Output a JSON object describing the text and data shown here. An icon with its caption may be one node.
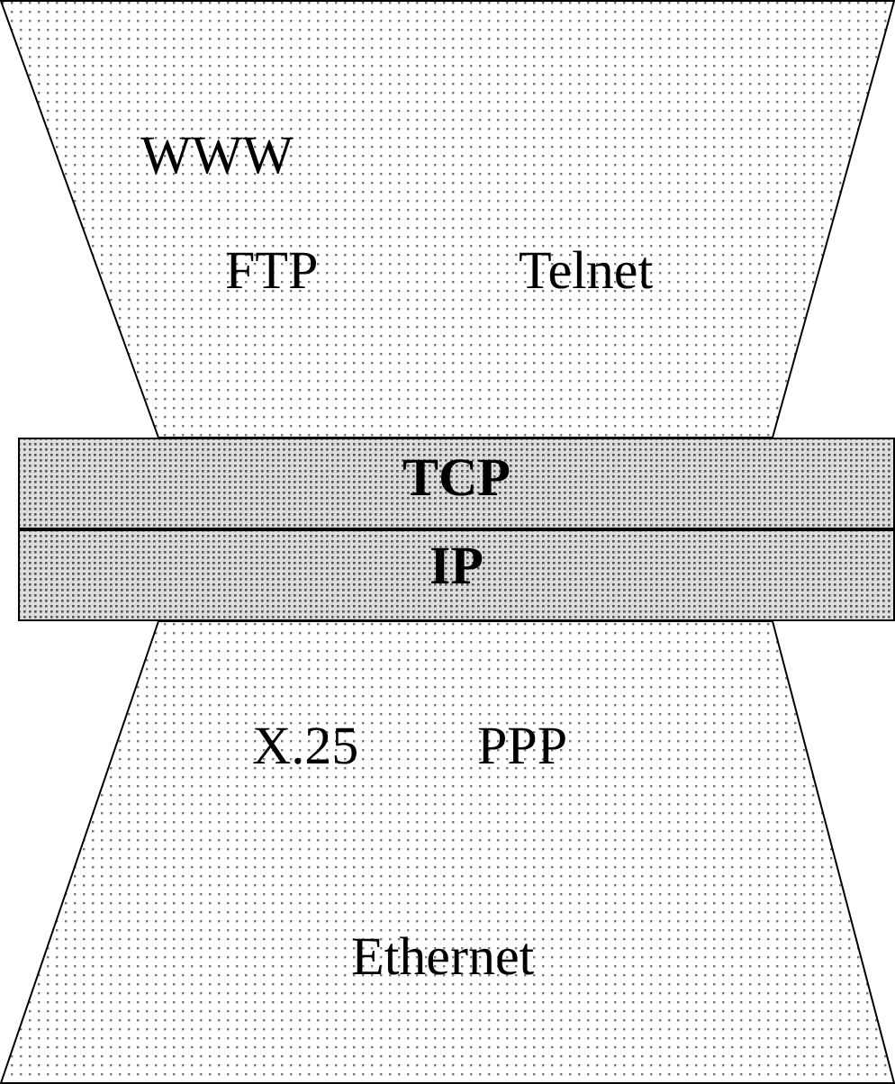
{
  "diagram": {
    "nodes": [
      {
        "text": [
          "WWW",
          "FTP",
          "Telnet"
        ]
      },
      {
        "text": [
          "TCP"
        ]
      },
      {
        "text": [
          "IP"
        ]
      },
      {
        "text": [
          "X.25",
          "PPP",
          "Ethernet"
        ]
      }
    ]
  }
}
